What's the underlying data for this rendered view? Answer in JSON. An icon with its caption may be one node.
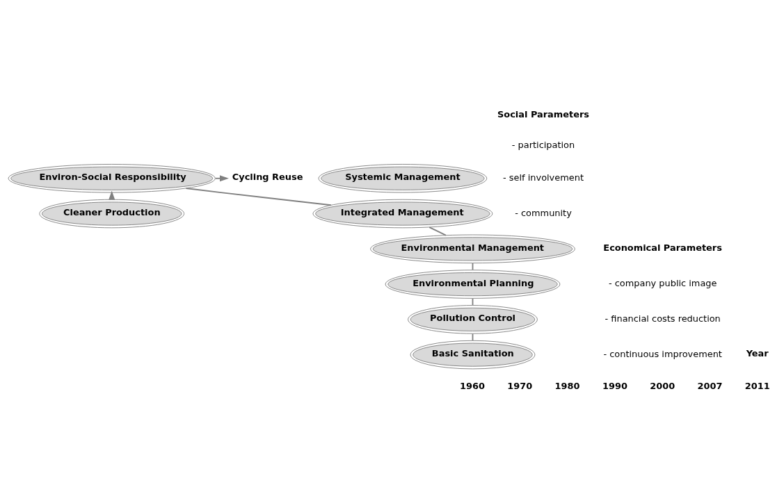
{
  "diagram": {
    "nodes": [
      {
        "text": [
          "Basic Sanitation"
        ]
      },
      {
        "text": [
          "Pollution Control"
        ]
      },
      {
        "text": [
          "Environmental Planning"
        ]
      },
      {
        "text": [
          "Environmental Management"
        ]
      },
      {
        "text": [
          "Integrated Management"
        ]
      },
      {
        "text": [
          "Environ-Social Responsibility"
        ]
      },
      {
        "text": [
          "Cleaner Production"
        ]
      },
      {
        "text": [
          "Systemic Management"
        ]
      },
      {
        "text": [
          "Cycling Reuse"
        ]
      }
    ],
    "edges": [
      {
        "from": 0,
        "to": 1,
        "arrow": "none"
      },
      {
        "from": 1,
        "to": 2,
        "arrow": "none"
      },
      {
        "from": 2,
        "to": 3,
        "arrow": "none"
      },
      {
        "from": 3,
        "to": 4,
        "arrow": "none"
      },
      {
        "from": 4,
        "to": 5,
        "arrow": "none"
      },
      {
        "from": 6,
        "to": 5,
        "arrow": "to"
      },
      {
        "from": 5,
        "to": 8,
        "arrow": "to"
      }
    ],
    "labels": [
      "Social Parameters",
      "- participation",
      "- self involvement",
      "- community",
      "Economical Parameters",
      "- company public image",
      "- financial costs reduction",
      "- continuous improvement",
      "Year",
      "1960",
      "1970",
      "1980",
      "1990",
      "2000",
      "2007",
      "2011"
    ]
  }
}
